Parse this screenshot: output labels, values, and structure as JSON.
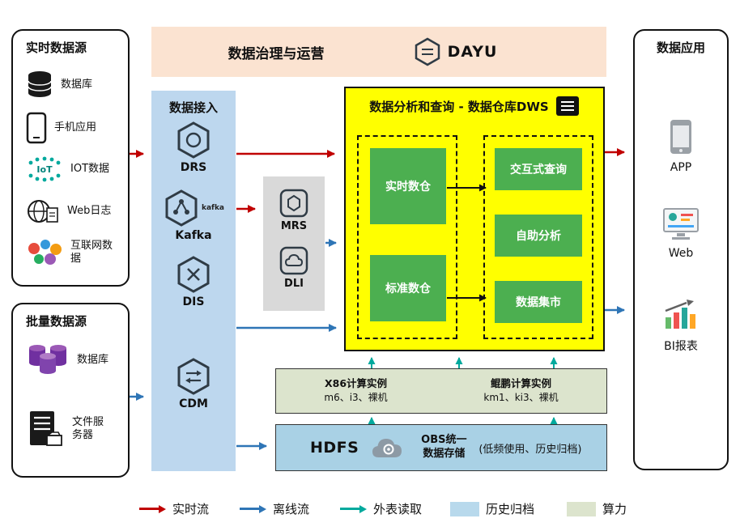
{
  "governance_banner": {
    "title": "数据治理与运营",
    "logo_text": "DAYU"
  },
  "realtime_sources": {
    "title": "实时数据源",
    "items": [
      {
        "label": "数据库",
        "icon": "database-icon"
      },
      {
        "label": "手机应用",
        "icon": "phone-icon"
      },
      {
        "label": "IOT数据",
        "icon": "iot-icon"
      },
      {
        "label": "Web日志",
        "icon": "web-log-icon"
      },
      {
        "label": "互联网数据",
        "icon": "internet-data-icon"
      }
    ]
  },
  "batch_sources": {
    "title": "批量数据源",
    "items": [
      {
        "label": "数据库",
        "icon": "batch-database-icon"
      },
      {
        "label": "文件服务器",
        "icon": "file-server-icon"
      }
    ]
  },
  "ingestion": {
    "title": "数据接入",
    "items": [
      {
        "label": "DRS",
        "icon": "drs-icon"
      },
      {
        "label": "Kafka",
        "icon": "kafka-icon",
        "icon_caption": "kafka"
      },
      {
        "label": "DIS",
        "icon": "dis-icon"
      },
      {
        "label": "CDM",
        "icon": "cdm-icon"
      }
    ]
  },
  "processing": {
    "items": [
      {
        "label": "MRS",
        "icon": "mrs-icon"
      },
      {
        "label": "DLI",
        "icon": "dli-icon"
      }
    ]
  },
  "warehouse": {
    "title": "数据分析和查询 - 数据仓库DWS",
    "left_group": [
      "实时数仓",
      "标准数仓"
    ],
    "right_group": [
      "交互式查询",
      "自助分析",
      "数据集市"
    ]
  },
  "compute": {
    "x86_title": "X86计算实例",
    "x86_spec": "m6、i3、裸机",
    "kunpeng_title": "鲲鹏计算实例",
    "kunpeng_spec": "km1、ki3、裸机"
  },
  "storage": {
    "hdfs_label": "HDFS",
    "obs_title": "OBS统一数据存储",
    "obs_note": "(低频使用、历史归档)"
  },
  "applications": {
    "title": "数据应用",
    "items": [
      {
        "label": "APP",
        "icon": "app-phone-icon"
      },
      {
        "label": "Web",
        "icon": "web-monitor-icon"
      },
      {
        "label": "BI报表",
        "icon": "bi-report-icon"
      }
    ]
  },
  "legend": {
    "realtime": "实时流",
    "offline": "离线流",
    "external_read": "外表读取",
    "archive": "历史归档",
    "compute": "算力"
  },
  "colors": {
    "realtime_flow": "#C00000",
    "offline_flow": "#2E75B6",
    "external_read": "#00A99D",
    "warehouse_fill": "#FFFF00",
    "green_box": "#4CAF50",
    "ingestion_fill": "#BDD7EE",
    "banner_fill": "#FBE3D1",
    "processing_fill": "#D9D9D9",
    "compute_fill": "#DCE4CD",
    "storage_fill": "#A9D1E5"
  }
}
